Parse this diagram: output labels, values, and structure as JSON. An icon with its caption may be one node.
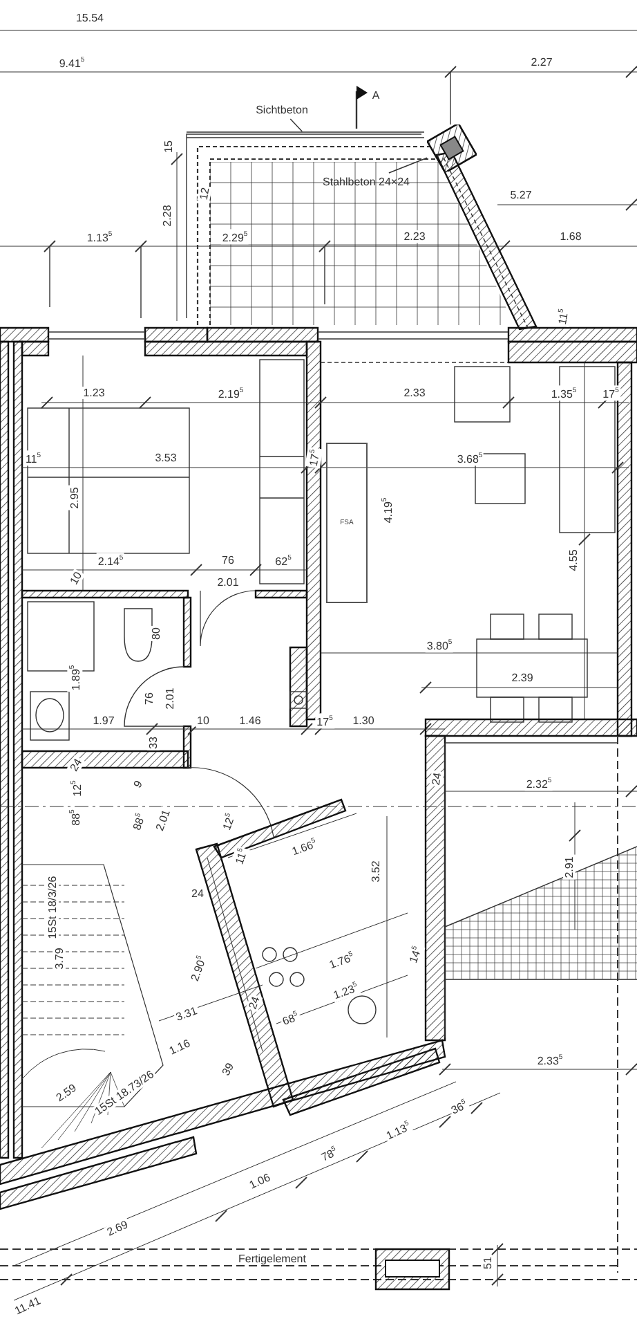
{
  "diagram": {
    "nodes": [
      {
        "text": [
          "Sichtbeton"
        ]
      },
      {
        "text": [],
        "shape": "bar"
      },
      {
        "text": [
          "Stahlbeton 24×24"
        ]
      },
      {
        "text": [],
        "shape": "box"
      },
      {
        "text": [
          "FSA"
        ]
      }
    ],
    "edges": [
      {
        "from": 0,
        "to": 1,
        "arrow": "none"
      },
      {
        "from": 2,
        "to": 3,
        "arrow": "none"
      }
    ],
    "labels": [
      "15.54",
      "9.41$^{5}$",
      "2.27",
      "A",
      "15",
      "2.28",
      "12",
      "5.27",
      "1.13$^{5}$",
      "2.29$^{5}$",
      "2.23",
      "1.68",
      "11$^{5}$",
      "1.23",
      "2.19$^{5}$",
      "2.33",
      "1.35$^{5}$",
      "17$^{5}$",
      "11$^{5}$",
      "3.53",
      "17$^{5}$",
      "3.68$^{5}$",
      "2.95",
      "4.19$^{5}$",
      "2.14$^{5}$",
      "76",
      "62$^{5}$",
      "4.55",
      "2.01",
      "10",
      "80",
      "3.80$^{5}$",
      "1.89$^{5}$",
      "2.39",
      "76",
      "2.01",
      "1.97",
      "10",
      "1.46",
      "17$^{5}$",
      "1.30",
      "33",
      "24",
      "24",
      "2.32$^{5}$",
      "9",
      "12$^{5}$",
      "88$^{5}$",
      "88$^{5}$",
      "2.01",
      "12$^{5}$",
      "1.66$^{5}$",
      "11$^{5}$",
      "3.52",
      "2.91",
      "24",
      "15St 18/3/26",
      "3.79",
      "2.90$^{5}$",
      "1.76$^{5}$",
      "14$^{5}$",
      "1.23$^{5}$",
      "3.31",
      "24",
      "68$^{5}$",
      "1.16",
      "2.59",
      "15St 18.73/26",
      "39",
      "2.33$^{5}$",
      "36$^{5}$",
      "1.13$^{5}$",
      "78$^{5}$",
      "1.06",
      "2.69",
      "Fertigelement",
      "51",
      "11.41"
    ]
  }
}
